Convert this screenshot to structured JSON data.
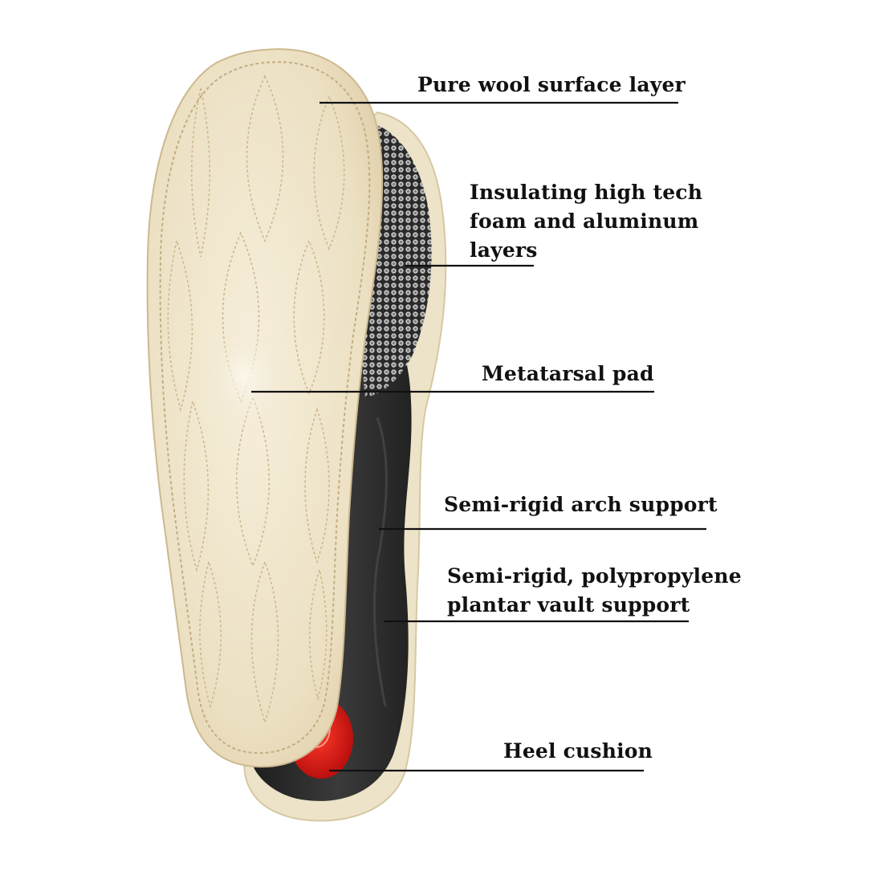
{
  "callouts": {
    "wool": {
      "line1": "Pure wool surface layer"
    },
    "foam": {
      "line1": "Insulating high tech",
      "line2": "foam and aluminum",
      "line3": "layers"
    },
    "metatarsal": {
      "line1": "Metatarsal pad"
    },
    "arch": {
      "line1": "Semi-rigid arch support"
    },
    "vault": {
      "line1": "Semi-rigid, polypropylene",
      "line2": "plantar vault support"
    },
    "heel": {
      "line1": "Heel cushion"
    }
  },
  "colors": {
    "wool": "#eee2c6",
    "wool_edge": "#d8c6a0",
    "stitch": "#c9b48c",
    "base_rim": "#ece3c8",
    "shell": "#2b2b2b",
    "heel_cushion": "#d81818",
    "foam_dots": "#9a9a9a",
    "leader": "#111111"
  }
}
